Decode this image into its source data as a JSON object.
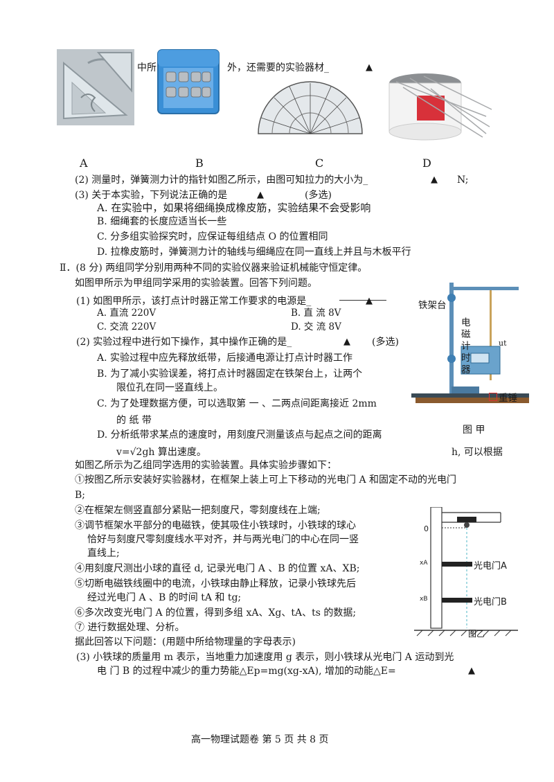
{
  "top_line": {
    "pre": "中所",
    "post": "外，还需要的实验器材_",
    "mark": "▲"
  },
  "options_images": [
    "A",
    "B",
    "C",
    "D"
  ],
  "q2": {
    "text": "(2) 测量时，弹簧测力计的指针如图乙所示，由图可知拉力的大小为_",
    "mark": "▲",
    "unit": "N;"
  },
  "q3": {
    "text": "(3) 关于本实验，下列说法正确的是",
    "mark": "▲",
    "note": "(多选)"
  },
  "q3_options": [
    "A.  在实验中，如果将细绳换成橡皮筋，实验结果不会受影响",
    "B.  细绳套的长度应适当长一些",
    "C.  分多组实验探究时，应保证每组结点 O 的位置相同",
    "D.  拉橡皮筋时，弹簧测力计的轴线与细绳应在同一直线上并且与木板平行"
  ],
  "part2_title": "Ⅱ．(8 分) 两组同学分别用两种不同的实验仪器来验证机械能守恒定律。",
  "part2_intro": "如图甲所示为甲组同学采用的实验装置。回答下列问题。",
  "p1": {
    "text": "(1) 如图甲所示，该打点计时器正常工作要求的电源是_",
    "mark": "▲"
  },
  "p1_options": [
    "A.  直流 220V",
    "B.  直 流  8V",
    "C.  交流 220V",
    "D.  交 流  8V"
  ],
  "p2": {
    "text": "(2) 实验过程中进行如下操作，其中操作正确的是_",
    "mark": "▲",
    "note": "(多选)"
  },
  "p2_options": {
    "a": "A.  实验过程中应先释放纸带，后接通电源让打点计时器工作",
    "b1": "B.  为了减小实验误差，将打点计时器固定在铁架台上，让两个",
    "b2": "限位孔在同一竖直线上。",
    "c1": "C.   为了处理数据方便，可以选取第  一 、二两点间距离接近 2mm",
    "c2": "的  纸  带",
    "d1": "D.   分析纸带求某点的速度时，用刻度尺测量该点与起点之间的距离",
    "d2": "v=√2gh    算出速度。",
    "d3": "h,   可以根据"
  },
  "fig_jia": {
    "stand": "铁架台",
    "timer": "电磁计时器",
    "weight": "重锤",
    "caption": "图 甲",
    "mark": "ut"
  },
  "part2_b_intro": "如图乙所示为乙组同学选用的实验装置。具体实验步骤如下：",
  "steps": {
    "s1a": "①按图乙所示安装好实验器材，在框架上装上可上下移动的光电门 A 和固定不动的光电门",
    "s1b": "B;",
    "s2": "②在框架左侧竖直部分紧贴一把刻度尺，零刻度线在上端;",
    "s3a": "③调节框架水平部分的电磁铁，使其吸住小铁球时，小铁球的球心",
    "s3b": "恰好与刻度尺零刻度线水平对齐，并与两光电门的中心在同一竖",
    "s3c": "直线上;",
    "s4": "④用刻度尺测出小球的直径 d,  记录光电门 A 、B 的位置 xA、XB;",
    "s5a": "⑤切断电磁铁线圈中的电流，小铁球由静止释放，记录小铁球先后",
    "s5b": "经过光电门 A 、B 的时间 tA 和 tg;",
    "s6": "⑥多次改变光电门 A 的位置，得到多组 xA、Xg、tA、ts 的数据;",
    "s7": "⑦  进行数据处理、分析。"
  },
  "fig_yi": {
    "zero": "0",
    "xa": "xA",
    "xb": "xB",
    "gate_a": "光电门A",
    "gate_b": "光电门B",
    "caption": "图乙"
  },
  "answer_note": "据此回答以下问题：(用题中所给物理量的字母表示)",
  "p3": {
    "l1": "(3) 小铁球的质量用  m  表示，当地重力加速度用 g  表示，则小铁球从光电门 A  运动到光",
    "l2": "电  门  B 的过程中减少的重力势能△Ep=mg(xg-xA),         增加的动能△E=",
    "mark": "▲"
  },
  "footer": "高一物理试题卷   第  5  页  共  8  页"
}
